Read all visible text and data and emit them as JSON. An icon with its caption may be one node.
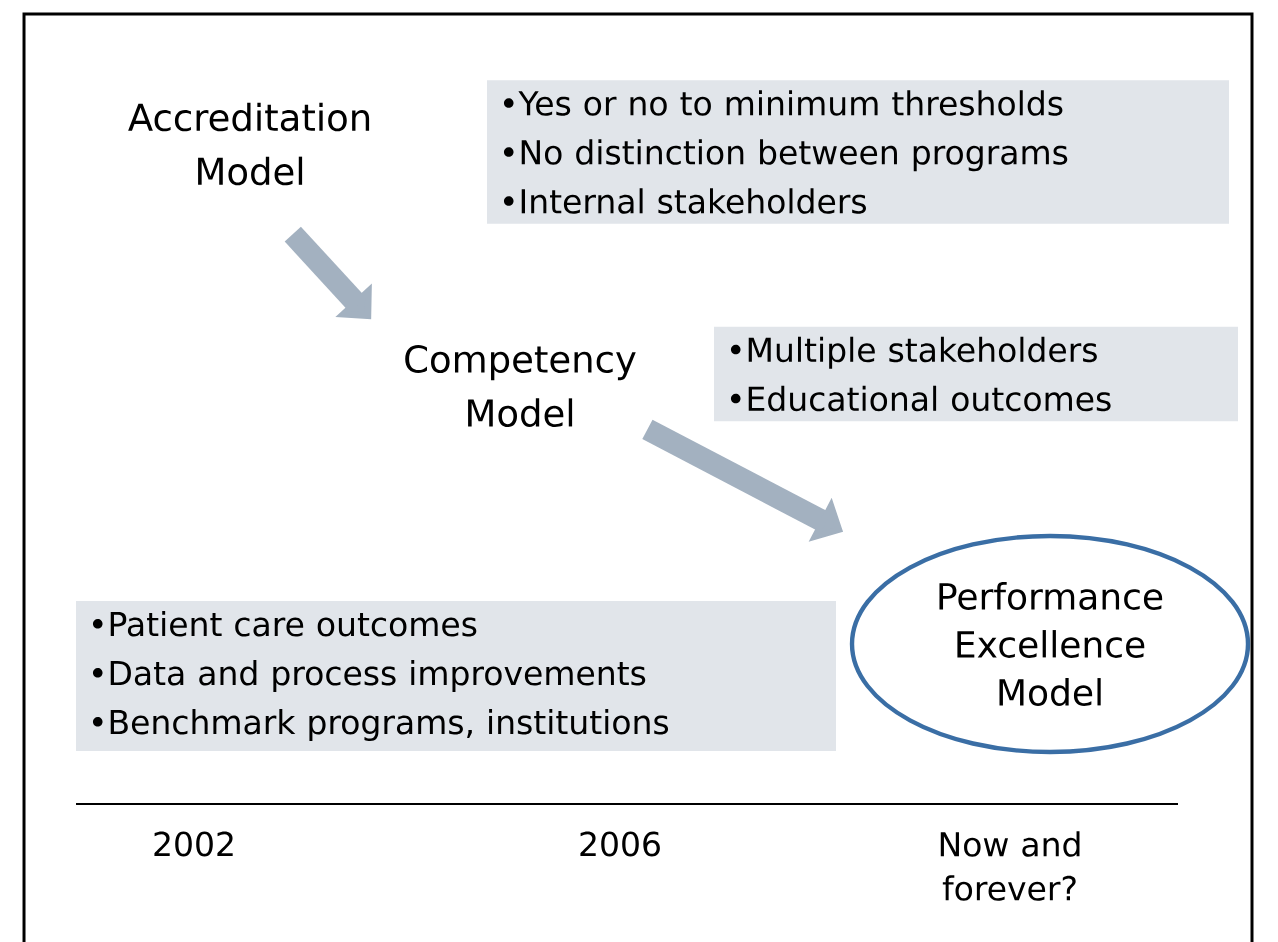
{
  "diagram": {
    "nodes": [
      {
        "text": [
          "Accreditation Model"
        ]
      },
      {
        "text": [
          "•Yes or no to minimum thresholds",
          "•No distinction between programs",
          "•Internal stakeholders"
        ]
      },
      {
        "text": [
          "Competency Model"
        ]
      },
      {
        "text": [
          "•Multiple stakeholders",
          "•Educational outcomes"
        ]
      },
      {
        "text": [
          "•Patient care outcomes",
          "•Data and process improvements",
          "•Benchmark programs, institutions"
        ]
      },
      {
        "text": [
          "Performance Excellence Model"
        ]
      }
    ],
    "edges": [
      {
        "from": 0,
        "to": 2,
        "arrow": "to"
      },
      {
        "from": 2,
        "to": 5,
        "arrow": "to"
      }
    ],
    "labels": [
      "2002",
      "2006",
      "Now and forever?"
    ]
  }
}
